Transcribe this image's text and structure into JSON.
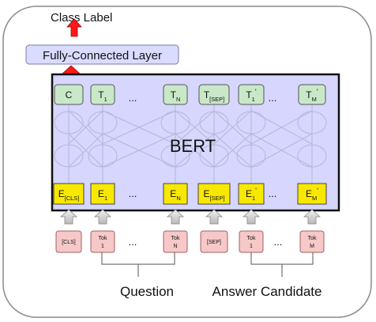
{
  "class_label": "Class Label",
  "fc_layer": "Fully-Connected Layer",
  "model_name": "BERT",
  "outputs": [
    {
      "base": "C",
      "sub": "",
      "sup": ""
    },
    {
      "base": "T",
      "sub": "1",
      "sup": ""
    },
    {
      "base": "T",
      "sub": "N",
      "sup": ""
    },
    {
      "base": "T",
      "sub": "[SEP]",
      "sup": ""
    },
    {
      "base": "T",
      "sub": "1",
      "sup": "'"
    },
    {
      "base": "T",
      "sub": "M",
      "sup": "'"
    }
  ],
  "embeddings": [
    {
      "base": "E",
      "sub": "[CLS]",
      "sup": ""
    },
    {
      "base": "E",
      "sub": "1",
      "sup": ""
    },
    {
      "base": "E",
      "sub": "N",
      "sup": ""
    },
    {
      "base": "E",
      "sub": "[SEP]",
      "sup": ""
    },
    {
      "base": "E",
      "sub": "1",
      "sup": "'"
    },
    {
      "base": "E",
      "sub": "M",
      "sup": "'"
    }
  ],
  "tokens": [
    {
      "line1": "[CLS]",
      "line2": ""
    },
    {
      "line1": "Tok",
      "line2": "1"
    },
    {
      "line1": "Tok",
      "line2": "N"
    },
    {
      "line1": "[SEP]",
      "line2": ""
    },
    {
      "line1": "Tok",
      "line2": "1"
    },
    {
      "line1": "Tok",
      "line2": "M"
    }
  ],
  "ellipsis": "...",
  "question_label": "Question",
  "answer_label": "Answer Candidate",
  "colors": {
    "bert_fill": "#d6d6ff",
    "output_fill": "#c8e8c8",
    "embedding_fill": "#f8e800",
    "token_fill": "#f6c8c8",
    "arrow_red": "#ff1a1a",
    "fc_fill": "#dadcff"
  }
}
